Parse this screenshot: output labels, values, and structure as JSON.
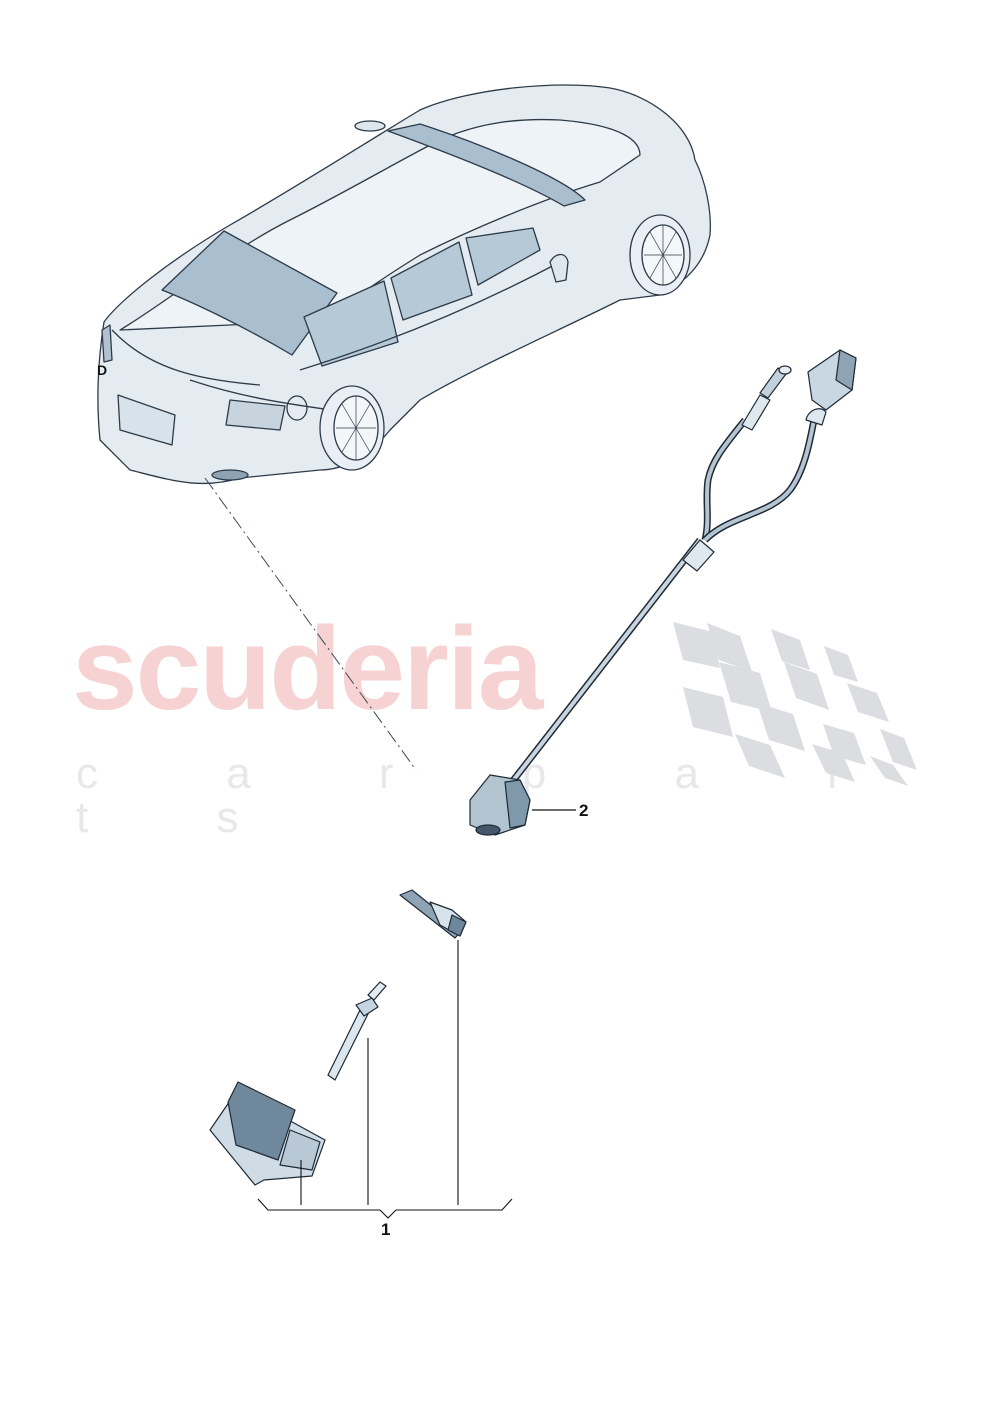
{
  "watermark": {
    "brand": "scuderia",
    "tagline": "c a r   p a r t s",
    "brand_color": "#f6d2d2",
    "tagline_color": "#e8e8ea",
    "flag_color": "#dcdde0"
  },
  "diagram": {
    "type": "exploded parts illustration",
    "subject": "rear-view camera system",
    "vehicle": "sedan, rear three-quarter top view",
    "callouts": [
      {
        "id": "1",
        "label": "1",
        "description": "camera assembly kit: housing bracket, pin, cover plate"
      },
      {
        "id": "2",
        "label": "2",
        "description": "rear camera with wiring harness (Y-split, two connectors)"
      }
    ]
  },
  "colors": {
    "body_fill": "#e4ecf2",
    "glass_fill": "#a9bfcf",
    "outline": "#2d3a48",
    "part_dark": "#7f98aa",
    "leader_line": "#3a4a5a"
  }
}
